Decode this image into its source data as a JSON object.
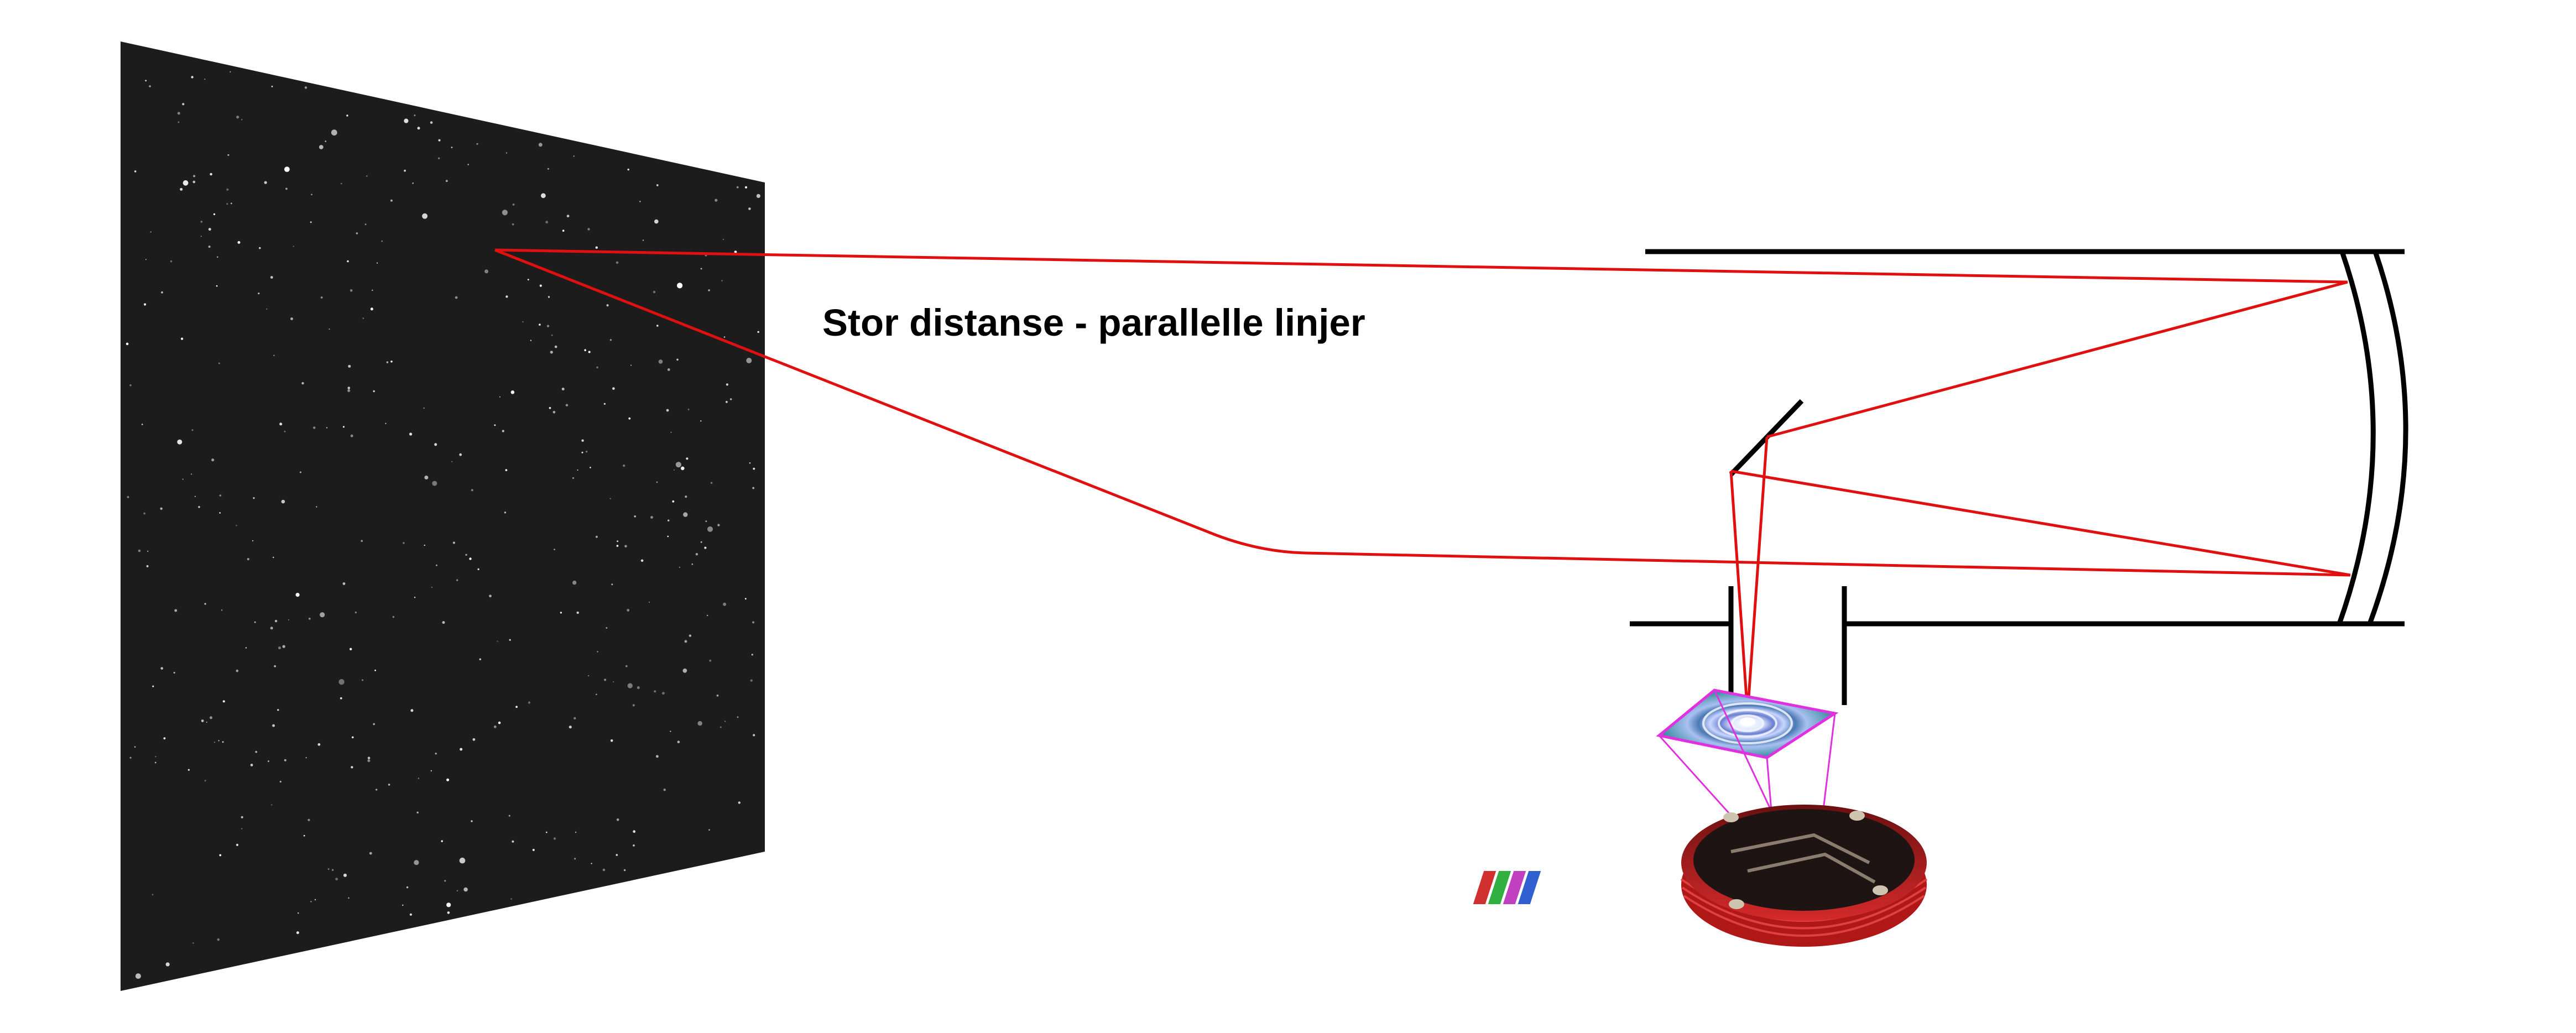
{
  "caption": "Stor distanse - parallelle linjer",
  "colors": {
    "background": "#ffffff",
    "sky": "#1c1c1c",
    "light_ray": "#e01010",
    "telescope": "#000000",
    "sensor_outline": "#e030e0",
    "filter_wheel": "#b01818"
  },
  "icons": [
    "star-field",
    "telescope-tube",
    "primary-mirror",
    "secondary-mirror",
    "focuser",
    "camera-sensor",
    "filter-wheel"
  ]
}
